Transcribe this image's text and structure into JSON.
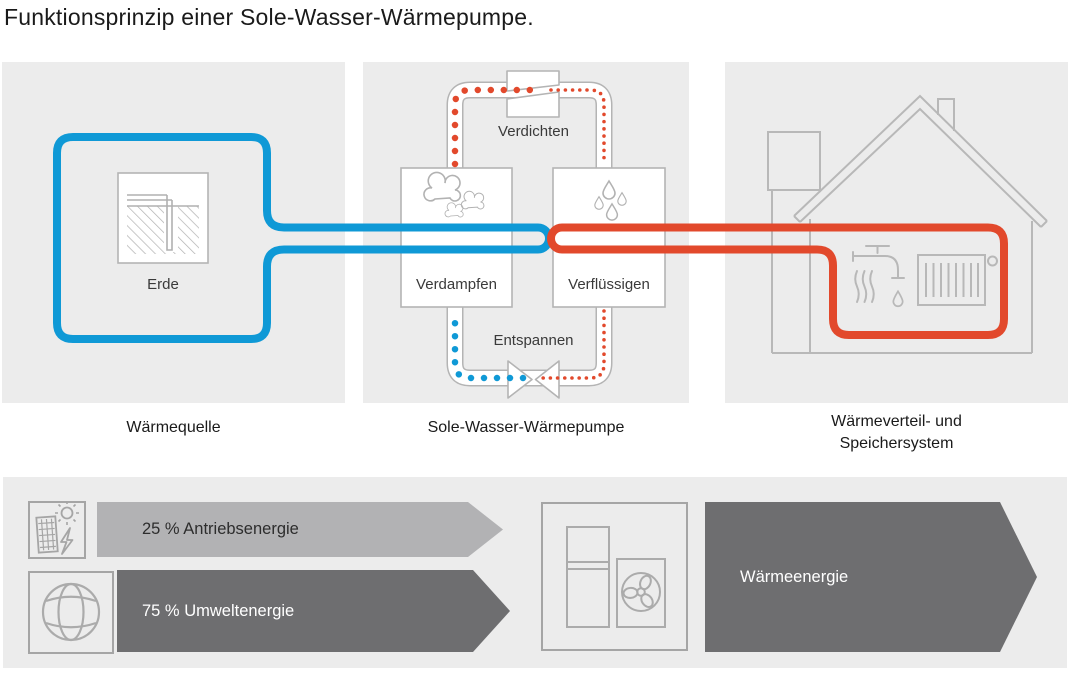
{
  "title": "Funktionsprinzip einer Sole-Wasser-Wärmepumpe.",
  "colors": {
    "brine_loop_blue": "#0f99d6",
    "heating_loop_red": "#e2492c",
    "panel_gray": "#ececec",
    "line_art_gray": "#b4b4b4",
    "arrow_light_gray": "#b2b2b4",
    "arrow_dark_gray": "#6e6e70",
    "text_dark": "#1a1a1a",
    "text_white": "#ffffff"
  },
  "source_panel": {
    "box_label": "Erde",
    "caption": "Wärmequelle",
    "icon": "ground-probe-icon"
  },
  "pump_panel": {
    "caption": "Sole-Wasser-Wärmepumpe",
    "compress_label": "Verdichten",
    "evaporate_label": "Verdampfen",
    "condense_label": "Verflüssigen",
    "expand_label": "Entspannen",
    "evaporate_icon": "vapor-clouds-icon",
    "condense_icon": "droplets-icon",
    "compressor_icon": "compressor-icon",
    "expansion_valve_icon": "expansion-valve-icon"
  },
  "distribution_panel": {
    "caption_line1": "Wärmeverteil- und",
    "caption_line2": "Speichersystem",
    "icons": [
      "house-icon",
      "hot-water-tap-icon",
      "radiator-icon"
    ]
  },
  "energy_flow": {
    "drive_label": "25 % Antriebsenergie",
    "drive_icon": "solar-electricity-icon",
    "environment_label": "75 % Umweltenergie",
    "environment_icon": "globe-icon",
    "heat_label": "Wärmeenergie",
    "heat_pump_icon": "heat-pump-units-icon"
  }
}
